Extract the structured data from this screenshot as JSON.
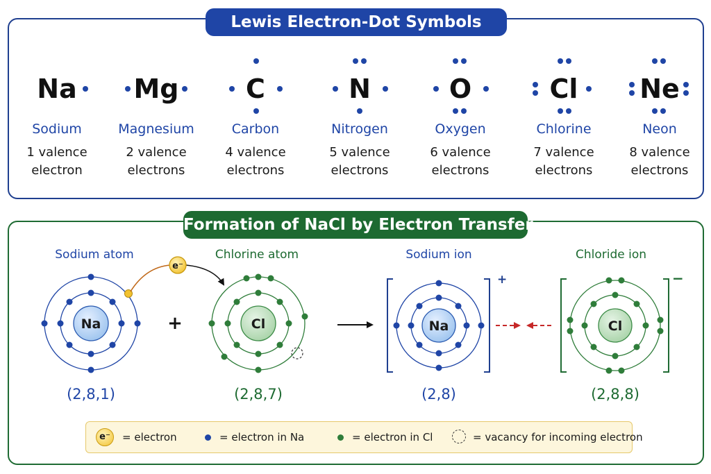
{
  "lewis": {
    "title": "Lewis Electron-Dot Symbols",
    "elements": [
      {
        "symbol": "Na",
        "name": "Sodium",
        "line1": "1 valence",
        "line2": "electron"
      },
      {
        "symbol": "Mg",
        "name": "Magnesium",
        "line1": "2 valence",
        "line2": "electrons"
      },
      {
        "symbol": "C",
        "name": "Carbon",
        "line1": "4 valence",
        "line2": "electrons"
      },
      {
        "symbol": "N",
        "name": "Nitrogen",
        "line1": "5 valence",
        "line2": "electrons"
      },
      {
        "symbol": "O",
        "name": "Oxygen",
        "line1": "6 valence",
        "line2": "electrons"
      },
      {
        "symbol": "Cl",
        "name": "Chlorine",
        "line1": "7 valence",
        "line2": "electrons"
      },
      {
        "symbol": "Ne",
        "name": "Neon",
        "line1": "8 valence",
        "line2": "electrons"
      }
    ]
  },
  "nacl": {
    "title": "Formation of NaCl by Electron Transfer",
    "sodium_atom": {
      "label": "Sodium atom",
      "symbol": "Na",
      "config": "(2,8,1)"
    },
    "chlorine_atom": {
      "label": "Chlorine atom",
      "symbol": "Cl",
      "config": "(2,8,7)"
    },
    "sodium_ion": {
      "label": "Sodium ion",
      "symbol": "Na",
      "config": "(2,8)",
      "charge": "+"
    },
    "chloride_ion": {
      "label": "Chloride ion",
      "symbol": "Cl",
      "config": "(2,8,8)",
      "charge": "−"
    },
    "transfer_electron": "e⁻",
    "plus": "+"
  },
  "legend": {
    "electron_symbol": "e⁻",
    "electron": "= electron",
    "electron_na": "= electron in Na",
    "electron_cl": "= electron in Cl",
    "vacancy": "= vacancy for incoming electron"
  },
  "colors": {
    "lewis_border": "#1f3f8f",
    "lewis_banner": "#1f45a6",
    "nacl_border": "#1f6b33",
    "nacl_banner": "#1d6a31",
    "na_electron": "#1f45a6",
    "cl_electron": "#2f7d3a",
    "transfer_electron": "#f2c230",
    "attraction_arrow": "#c62828"
  }
}
